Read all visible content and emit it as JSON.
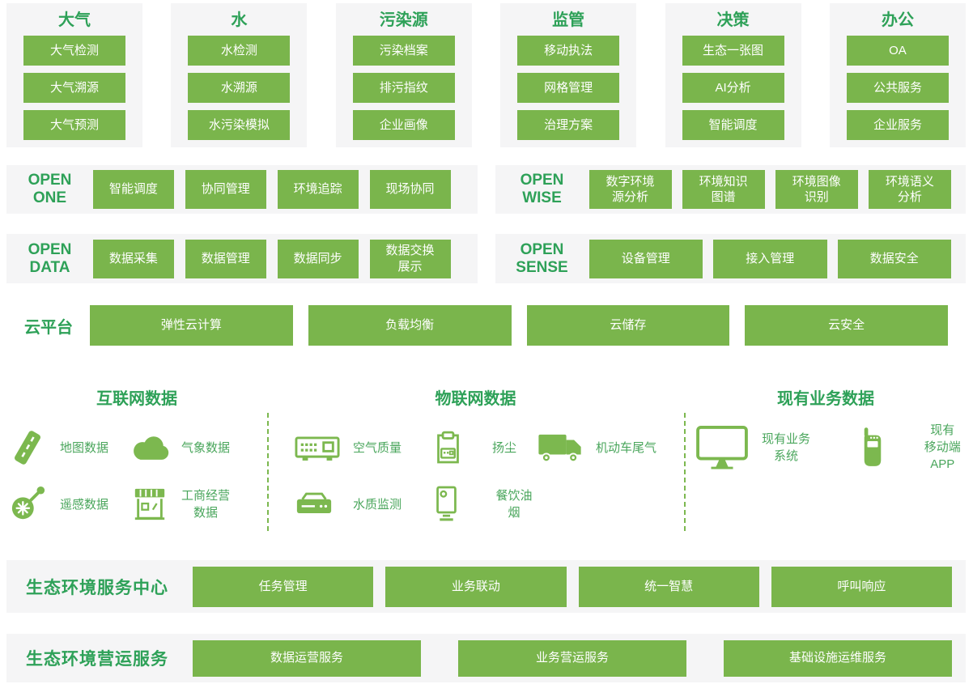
{
  "palette": {
    "button_green": "#7ab54c",
    "heading_green": "#2ea158",
    "item_label_green": "#4aa65c",
    "icon_green": "#7cb84f",
    "panel_gray": "#f5f5f6",
    "button_text": "#ffffff"
  },
  "app_columns": [
    {
      "title": "大气",
      "items": [
        "大气检测",
        "大气溯源",
        "大气预测"
      ]
    },
    {
      "title": "水",
      "items": [
        "水检测",
        "水溯源",
        "水污染模拟"
      ]
    },
    {
      "title": "污染源",
      "items": [
        "污染档案",
        "排污指纹",
        "企业画像"
      ]
    },
    {
      "title": "监管",
      "items": [
        "移动执法",
        "网格管理",
        "治理方案"
      ]
    },
    {
      "title": "决策",
      "items": [
        "生态一张图",
        "AI分析",
        "智能调度"
      ]
    },
    {
      "title": "办公",
      "items": [
        "OA",
        "公共服务",
        "企业服务"
      ]
    }
  ],
  "platform_rows": [
    {
      "left": {
        "label": "OPEN\nONE",
        "items": [
          "智能调度",
          "协同管理",
          "环境追踪",
          "现场协同"
        ]
      },
      "right": {
        "label": "OPEN\nWISE",
        "items": [
          "数字环境\n源分析",
          "环境知识\n图谱",
          "环境图像\n识别",
          "环境语义\n分析"
        ]
      }
    },
    {
      "left": {
        "label": "OPEN\nDATA",
        "items": [
          "数据采集",
          "数据管理",
          "数据同步",
          "数据交换\n展示"
        ]
      },
      "right": {
        "label": "OPEN\nSENSE",
        "items": [
          "设备管理",
          "接入管理",
          "数据安全"
        ]
      }
    }
  ],
  "cloud_row": {
    "label": "云平台",
    "items": [
      "弹性云计算",
      "负载均衡",
      "云储存",
      "云安全"
    ]
  },
  "data_sources": {
    "groups": [
      {
        "title": "互联网数据",
        "items": [
          {
            "icon": "road-icon",
            "label": "地图数据"
          },
          {
            "icon": "cloud-icon",
            "label": "气象数据"
          },
          {
            "icon": "satellite-icon",
            "label": "遥感数据"
          },
          {
            "icon": "store-icon",
            "label": "工商经营\n数据"
          }
        ]
      },
      {
        "title": "物联网数据",
        "items": [
          {
            "icon": "air-monitor-icon",
            "label": "空气质量"
          },
          {
            "icon": "dust-monitor-icon",
            "label": "扬尘"
          },
          {
            "icon": "truck-icon",
            "label": "机动车尾气"
          },
          {
            "icon": "water-monitor-icon",
            "label": "水质监测"
          },
          {
            "icon": "fume-monitor-icon",
            "label": "餐饮油烟"
          }
        ]
      },
      {
        "title": "现有业务数据",
        "items": [
          {
            "icon": "desktop-monitor-icon",
            "label": "现有业务\n系统"
          },
          {
            "icon": "handheld-device-icon",
            "label": "现有\n移动端APP"
          }
        ]
      }
    ]
  },
  "service_center_band": {
    "label": "生态环境服务中心",
    "items": [
      "任务管理",
      "业务联动",
      "统一智慧",
      "呼叫响应"
    ]
  },
  "operation_band": {
    "label": "生态环境营运服务",
    "items": [
      "数据运营服务",
      "业务营运服务",
      "基础设施运维服务"
    ]
  }
}
